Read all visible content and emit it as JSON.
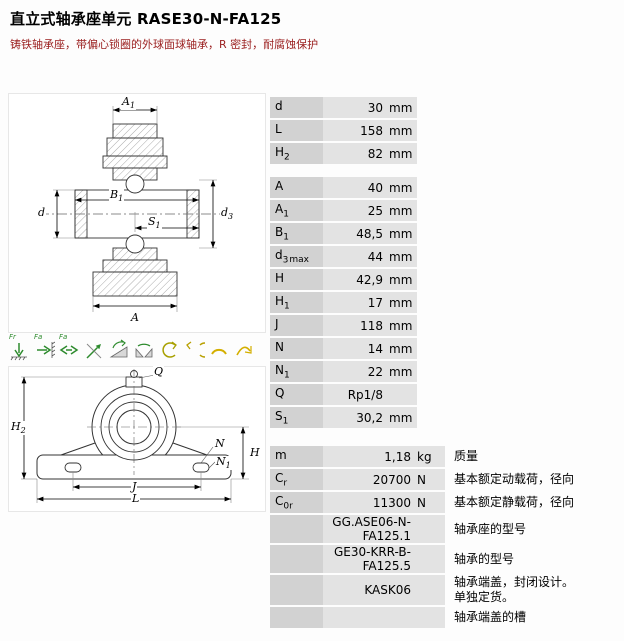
{
  "page": {
    "title": "直立式轴承座单元",
    "code": "RASE30-N-FA125",
    "subtitle": "铸铁轴承座，带偏心锁圈的外球面球轴承，R 密封，耐腐蚀保护"
  },
  "colors": {
    "subtitle_red": "#9b2020",
    "row_label_bg": "#d2d2d2",
    "row_value_bg": "#e3e3e3",
    "icon_green": "#2e8b2e",
    "icon_yellow": "#c8a800"
  },
  "spec1": [
    {
      "b": "d",
      "s": "",
      "x": "",
      "val": "30",
      "unit": "mm"
    },
    {
      "b": "L",
      "s": "",
      "x": "",
      "val": "158",
      "unit": "mm"
    },
    {
      "b": "H",
      "s": "2",
      "x": "",
      "val": "82",
      "unit": "mm"
    }
  ],
  "spec2": [
    {
      "b": "A",
      "s": "",
      "x": "",
      "val": "40",
      "unit": "mm"
    },
    {
      "b": "A",
      "s": "1",
      "x": "",
      "val": "25",
      "unit": "mm"
    },
    {
      "b": "B",
      "s": "1",
      "x": "",
      "val": "48,5",
      "unit": "mm"
    },
    {
      "b": "d",
      "s": "3",
      "x": "max",
      "val": "44",
      "unit": "mm"
    },
    {
      "b": "H",
      "s": "",
      "x": "",
      "val": "42,9",
      "unit": "mm"
    },
    {
      "b": "H",
      "s": "1",
      "x": "",
      "val": "17",
      "unit": "mm"
    },
    {
      "b": "J",
      "s": "",
      "x": "",
      "val": "118",
      "unit": "mm"
    },
    {
      "b": "N",
      "s": "",
      "x": "",
      "val": "14",
      "unit": "mm"
    },
    {
      "b": "N",
      "s": "1",
      "x": "",
      "val": "22",
      "unit": "mm"
    },
    {
      "b": "Q",
      "s": "",
      "x": "",
      "val": "Rp1/8",
      "unit": ""
    },
    {
      "b": "S",
      "s": "1",
      "x": "",
      "val": "30,2",
      "unit": "mm"
    }
  ],
  "spec3": [
    {
      "b": "m",
      "s": "",
      "x": "",
      "val": "1,18",
      "unit": "kg",
      "desc": "质量"
    },
    {
      "b": "C",
      "s": "r",
      "x": "",
      "val": "20700",
      "unit": "N",
      "desc": "基本额定动载荷，径向"
    },
    {
      "b": "C",
      "s": "0r",
      "x": "",
      "val": "11300",
      "unit": "N",
      "desc": "基本额定静载荷，径向"
    },
    {
      "b": "",
      "s": "",
      "x": "",
      "val": "GG.ASE06-N-FA125.1",
      "unit": "",
      "desc": "轴承座的型号"
    },
    {
      "b": "",
      "s": "",
      "x": "",
      "val": "GE30-KRR-B-FA125.5",
      "unit": "",
      "desc": "轴承的型号"
    },
    {
      "b": "",
      "s": "",
      "x": "",
      "val": "KASK06",
      "unit": "",
      "desc": "轴承端盖，封闭设计。\n单独定货。"
    },
    {
      "b": "",
      "s": "",
      "x": "",
      "val": "",
      "unit": "",
      "desc": "轴承端盖的槽"
    }
  ],
  "draw_side": {
    "a1": {
      "b": "A",
      "s": "1"
    },
    "b1": {
      "b": "B",
      "s": "1"
    },
    "s1": {
      "b": "S",
      "s": "1"
    },
    "d": {
      "b": "d",
      "s": ""
    },
    "d3": {
      "b": "d",
      "s": "3"
    },
    "a": {
      "b": "A",
      "s": ""
    }
  },
  "draw_front": {
    "q": {
      "b": "Q",
      "s": ""
    },
    "n": {
      "b": "N",
      "s": ""
    },
    "n1": {
      "b": "N",
      "s": "1"
    },
    "h": {
      "b": "H",
      "s": ""
    },
    "h2": {
      "b": "H",
      "s": "2"
    },
    "j": {
      "b": "J",
      "s": ""
    },
    "l": {
      "b": "L",
      "s": ""
    }
  },
  "icons": [
    {
      "label": "Fr"
    },
    {
      "label": "Fa"
    },
    {
      "label": "Fa"
    },
    {
      "label": ""
    },
    {
      "label": ""
    },
    {
      "label": ""
    },
    {
      "label": ""
    },
    {
      "label": ""
    },
    {
      "label": ""
    },
    {
      "label": ""
    }
  ]
}
